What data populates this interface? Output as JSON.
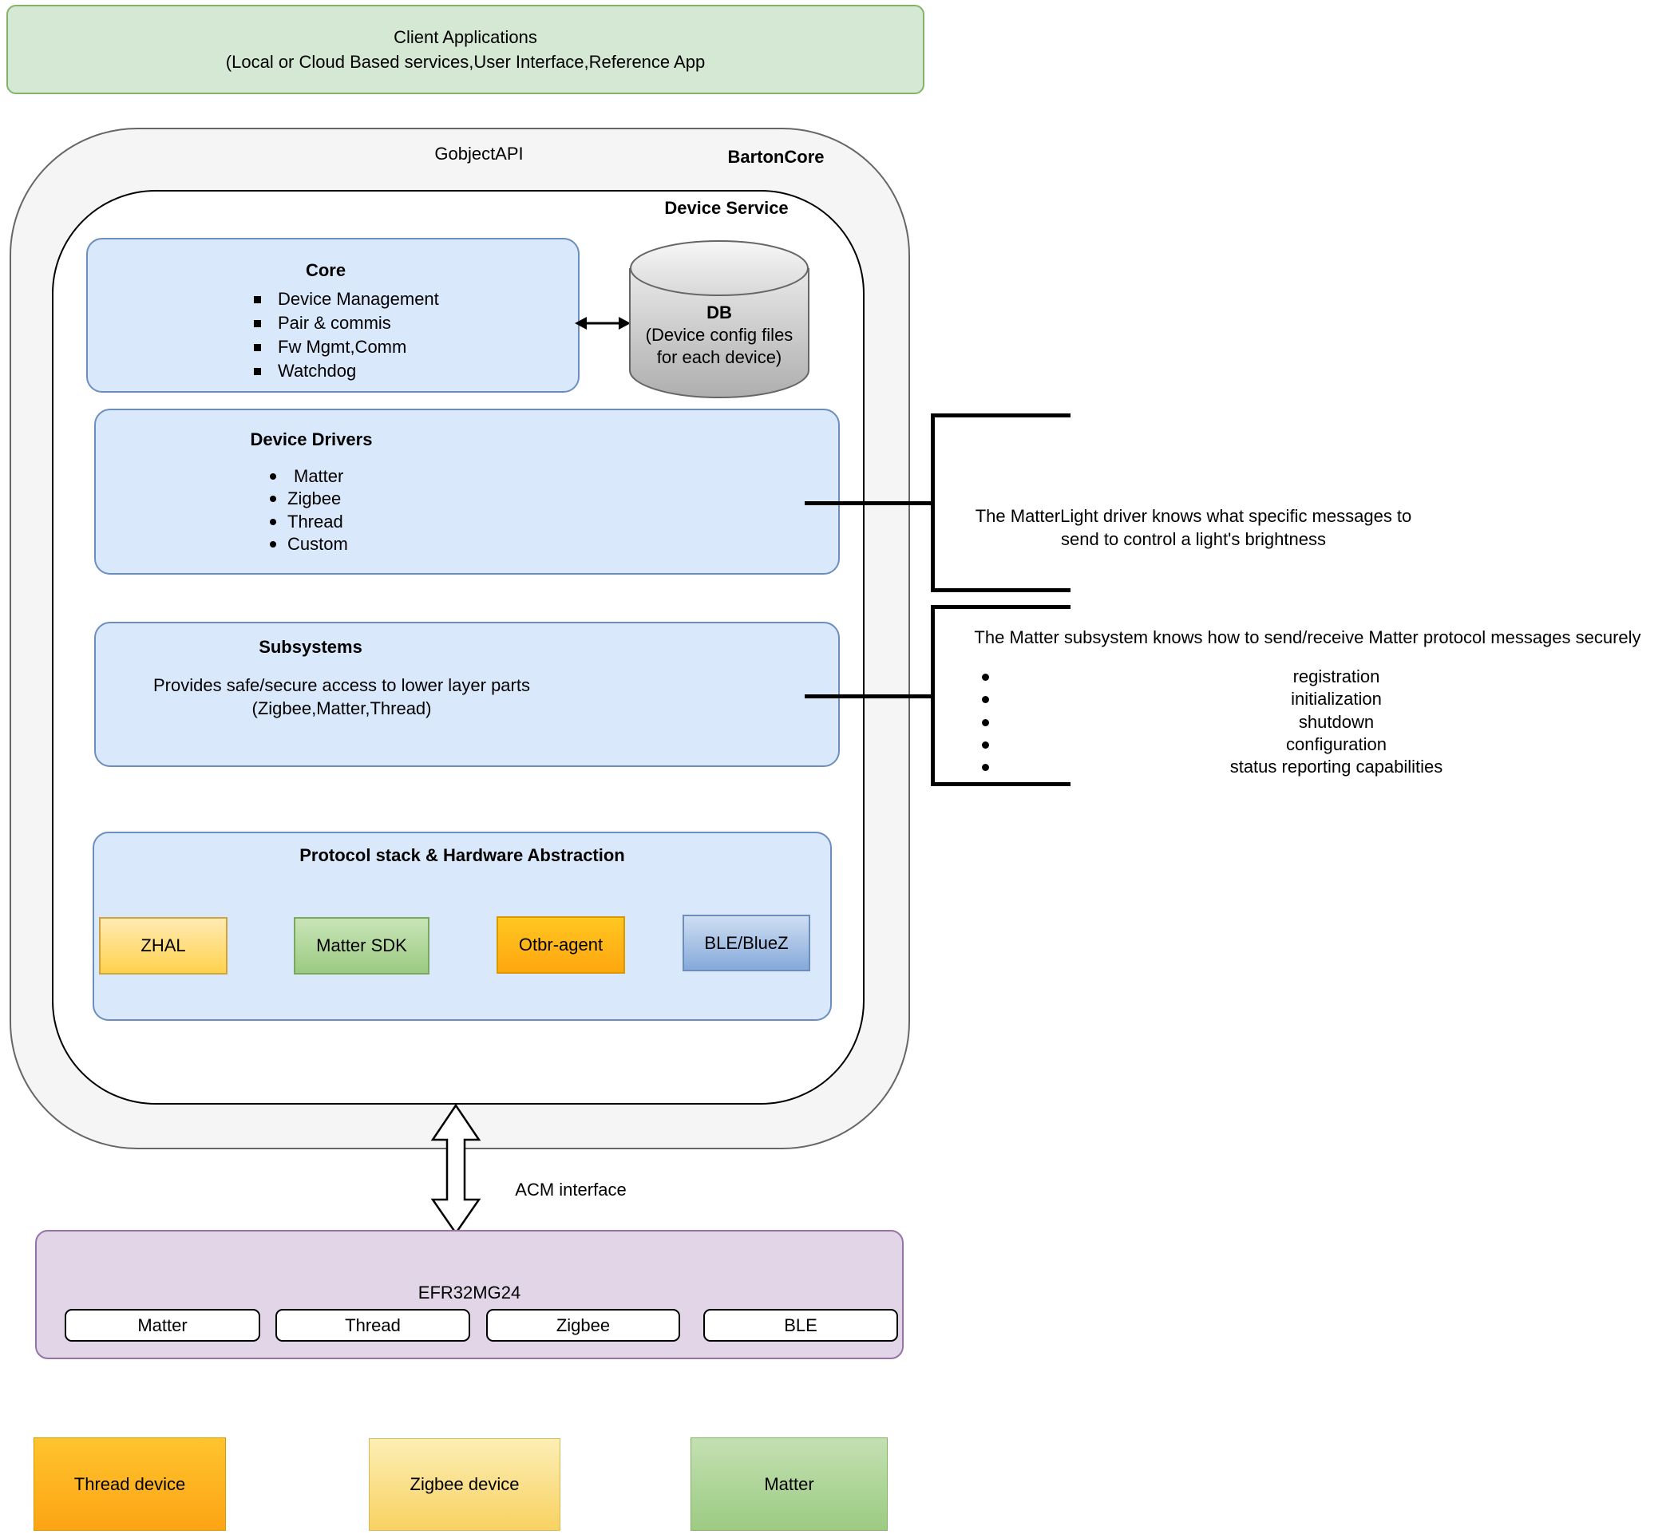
{
  "colors": {
    "client_fill": "#d5e8d4",
    "client_border": "#82b366",
    "outer_fill": "#f5f5f5",
    "outer_border": "#666666",
    "panel_blue_fill": "#dae8fc",
    "panel_blue_border": "#6c8ebf",
    "purple_fill": "#e1d5e7",
    "purple_border": "#9673a6",
    "yellow": "#ffd24d",
    "green": "#9bcb81",
    "orange": "#ffa60e",
    "ble_blue": "#85a9da",
    "db_gray": "#b5b5b5"
  },
  "client_apps": {
    "line1": "Client Applications",
    "line2": "(Local or Cloud Based services,User Interface,Reference App"
  },
  "barton": {
    "api_label": "GobjectAPI",
    "title": "BartonCore"
  },
  "device_service": {
    "title": "Device Service"
  },
  "core": {
    "title": "Core",
    "items": [
      "Device Management",
      "Pair & commis",
      "Fw Mgmt,Comm",
      "Watchdog"
    ]
  },
  "db": {
    "title": "DB",
    "line2": "(Device config files",
    "line3": "for each device)"
  },
  "device_drivers": {
    "title": "Device Drivers",
    "items": [
      "Matter",
      "Zigbee",
      "Thread",
      "Custom"
    ]
  },
  "subsystems": {
    "title": "Subsystems",
    "desc1": "Provides safe/secure access to lower layer parts",
    "desc2": "(Zigbee,Matter,Thread)"
  },
  "protocol": {
    "title": "Protocol stack & Hardware Abstraction",
    "modules": [
      "ZHAL",
      "Matter SDK",
      "Otbr-agent",
      "BLE/BlueZ"
    ]
  },
  "annotations": {
    "driver_note_line1": "The MatterLight driver knows what specific messages to",
    "driver_note_line2": "send to control a light's brightness",
    "subsystem_note": "The Matter subsystem knows how to send/receive Matter protocol messages securely",
    "subsystem_items": [
      "registration",
      "initialization",
      "shutdown",
      "configuration",
      "status reporting capabilities"
    ]
  },
  "acm": {
    "label": "ACM interface"
  },
  "efr": {
    "title": "EFR32MG24",
    "radios": [
      "Matter",
      "Thread",
      "Zigbee",
      "BLE"
    ]
  },
  "devices": {
    "thread": "Thread device",
    "zigbee": "Zigbee device",
    "matter": "Matter"
  }
}
